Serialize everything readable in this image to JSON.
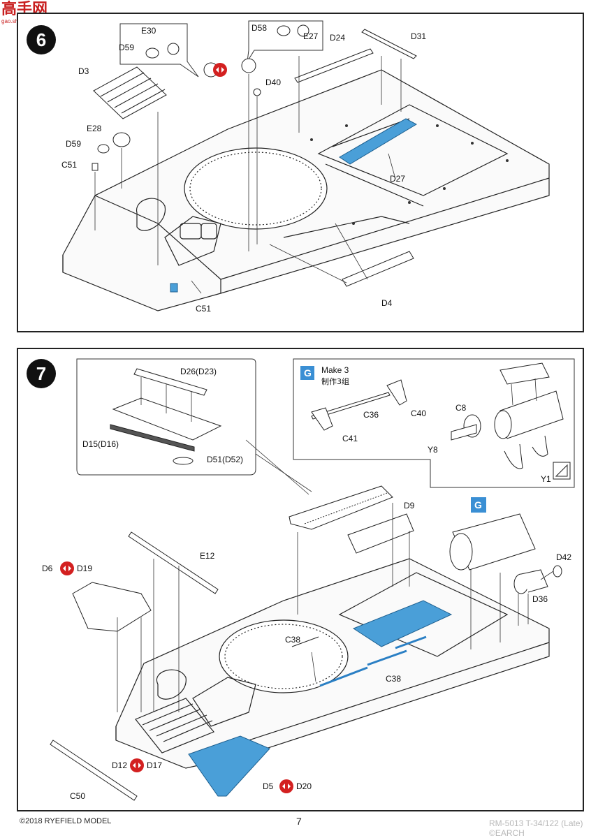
{
  "watermark": {
    "logo_text": "高手网",
    "logo_sub": "gao.shou.com",
    "bottom_right": "RM-5013 T-34/122 (Late) ©EARCH"
  },
  "step6": {
    "number": "6",
    "labels": {
      "E30": "E30",
      "D59a": "D59",
      "D58": "D58",
      "E27": "E27",
      "D24": "D24",
      "D31": "D31",
      "D3": "D3",
      "D40": "D40",
      "E28": "E28",
      "D59b": "D59",
      "C51a": "C51",
      "D27": "D27",
      "D4": "D4",
      "C51b": "C51"
    }
  },
  "step7": {
    "number": "7",
    "inset_left": {
      "D26": "D26(D23)",
      "D15": "D15(D16)",
      "D51": "D51(D52)"
    },
    "inset_right": {
      "badge": "G",
      "make_en": "Make 3",
      "make_cn": "制作3组",
      "C36": "C36",
      "C40": "C40",
      "C41": "C41",
      "C8": "C8",
      "Y8": "Y8",
      "Y1": "Y1"
    },
    "labels": {
      "D9": "D9",
      "G": "G",
      "E12": "E12",
      "D6": "D6",
      "D19": "D19",
      "D42": "D42",
      "D36": "D36",
      "C38a": "C38",
      "C38b": "C38",
      "D12": "D12",
      "D17": "D17",
      "D5": "D5",
      "D20": "D20",
      "C50": "C50"
    }
  },
  "footer": {
    "copyright": "©2018 RYEFIELD MODEL",
    "page": "7"
  },
  "colors": {
    "highlight": "#4a9fd8",
    "optional_icon": "#d32020",
    "badge_g": "#3a8fd4"
  }
}
